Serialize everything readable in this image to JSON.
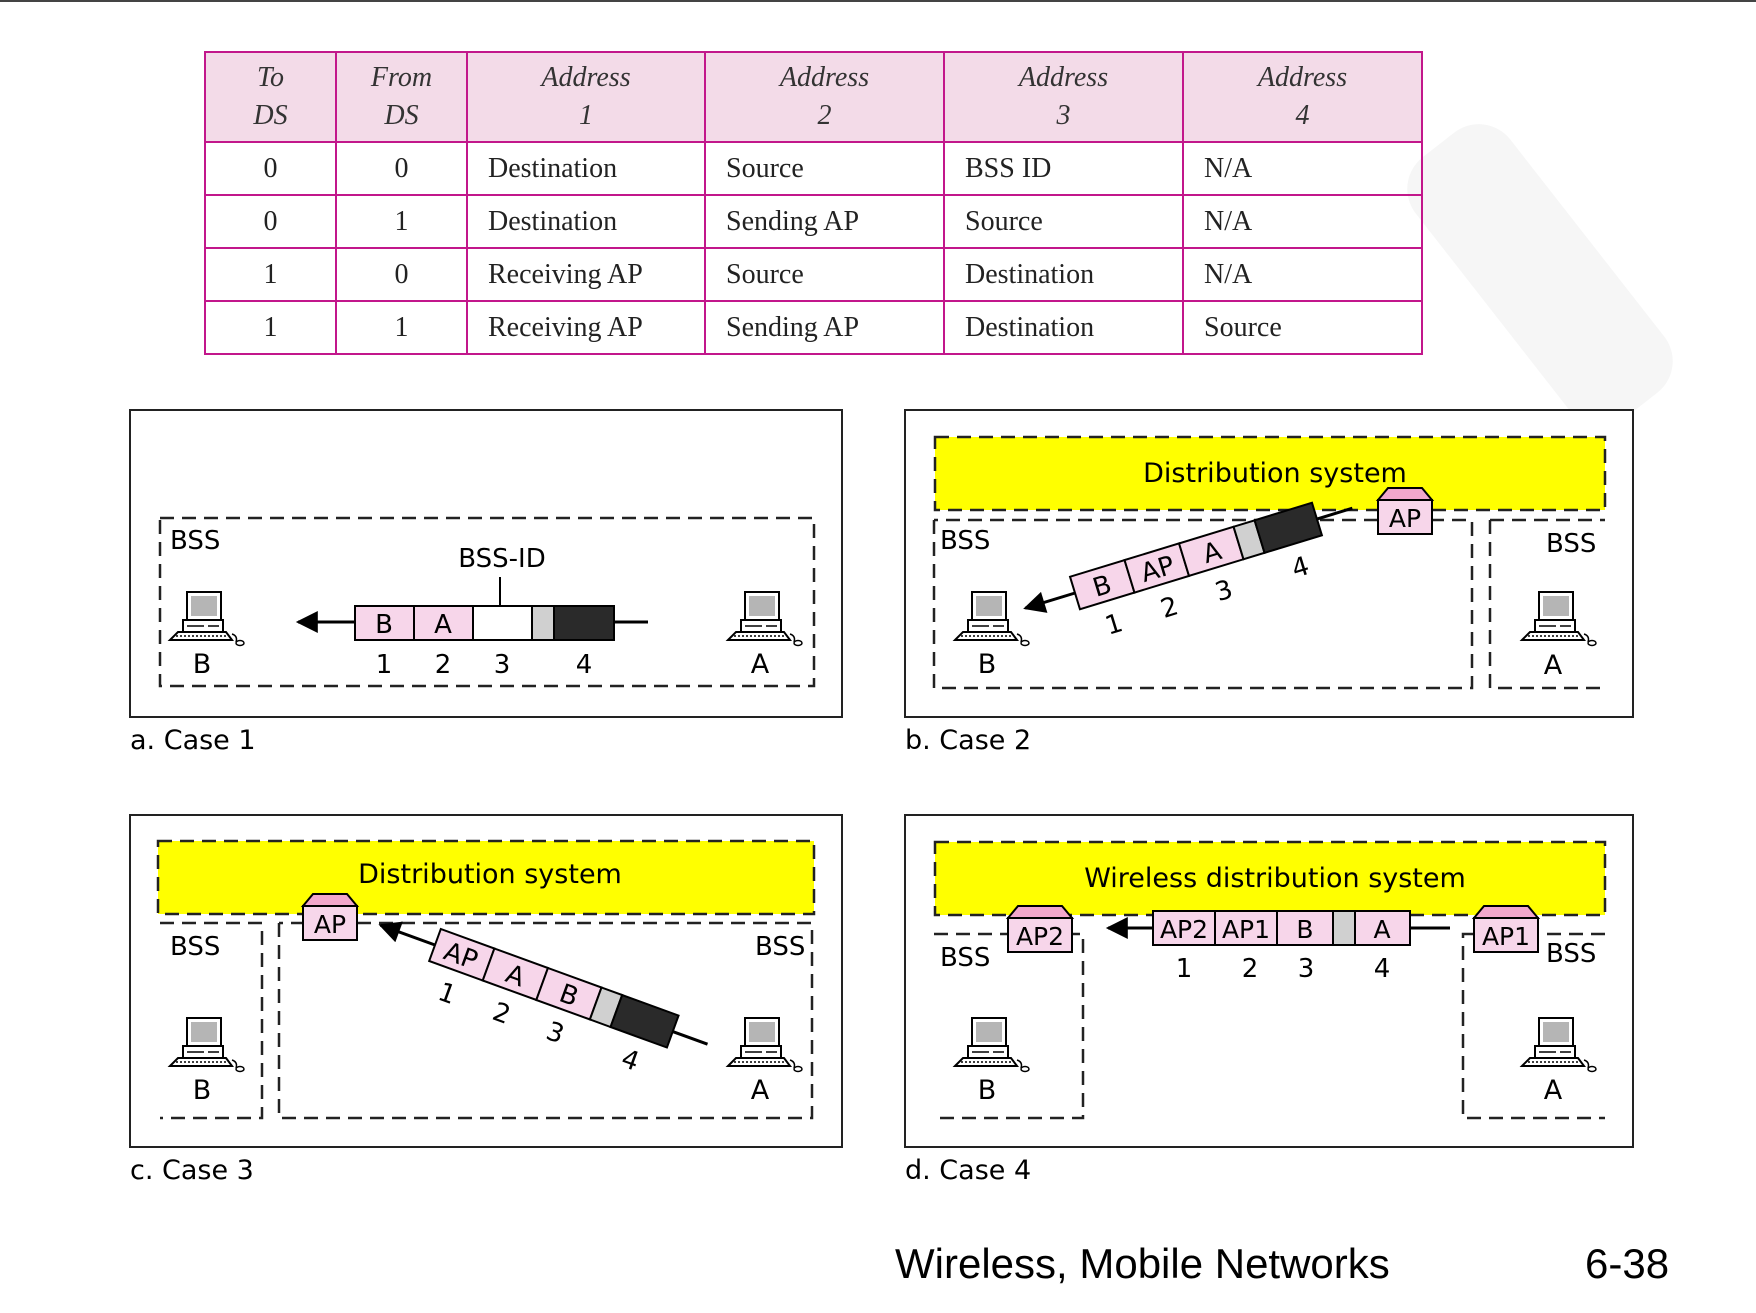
{
  "table": {
    "headers": [
      {
        "line1": "To",
        "line2": "DS"
      },
      {
        "line1": "From",
        "line2": "DS"
      },
      {
        "line1": "Address",
        "line2": "1"
      },
      {
        "line1": "Address",
        "line2": "2"
      },
      {
        "line1": "Address",
        "line2": "3"
      },
      {
        "line1": "Address",
        "line2": "4"
      }
    ],
    "rows": [
      [
        "0",
        "0",
        "Destination",
        "Source",
        "BSS ID",
        "N/A"
      ],
      [
        "0",
        "1",
        "Destination",
        "Sending AP",
        "Source",
        "N/A"
      ],
      [
        "1",
        "0",
        "Receiving AP",
        "Source",
        "Destination",
        "N/A"
      ],
      [
        "1",
        "1",
        "Receiving AP",
        "Sending AP",
        "Destination",
        "Source"
      ]
    ]
  },
  "cases": {
    "case1": {
      "caption": "a. Case 1",
      "bss": "BSS",
      "bssid_label": "BSS-ID",
      "station_left": "B",
      "station_right": "A",
      "frame": [
        "B",
        "A"
      ],
      "field_numbers": [
        "1",
        "2",
        "3",
        "4"
      ]
    },
    "case2": {
      "caption": "b. Case 2",
      "ds_label": "Distribution system",
      "ap": "AP",
      "bss_left": "BSS",
      "bss_right": "BSS",
      "station_left": "B",
      "station_right": "A",
      "frame": [
        "B",
        "AP",
        "A"
      ],
      "field_numbers": [
        "1",
        "2",
        "3",
        "4"
      ]
    },
    "case3": {
      "caption": "c. Case 3",
      "ds_label": "Distribution system",
      "ap": "AP",
      "bss_left": "BSS",
      "bss_right": "BSS",
      "station_left": "B",
      "station_right": "A",
      "frame": [
        "AP",
        "A",
        "B"
      ],
      "field_numbers": [
        "1",
        "2",
        "3",
        "4"
      ]
    },
    "case4": {
      "caption": "d. Case 4",
      "ds_label": "Wireless distribution system",
      "ap_left": "AP2",
      "ap_right": "AP1",
      "bss_left": "BSS",
      "bss_right": "BSS",
      "station_left": "B",
      "station_right": "A",
      "frame": [
        "AP2",
        "AP1",
        "B",
        "A"
      ],
      "field_numbers": [
        "1",
        "2",
        "3",
        "4"
      ]
    }
  },
  "footer": {
    "title": "Wireless, Mobile Networks",
    "page": "6-38"
  },
  "colors": {
    "table_border": "#c2178b",
    "header_fill": "#f3dbe8",
    "ds_fill": "#ffff00",
    "frame_fill": "#f7d6ea",
    "ap_fill": "#f2a7cb"
  }
}
